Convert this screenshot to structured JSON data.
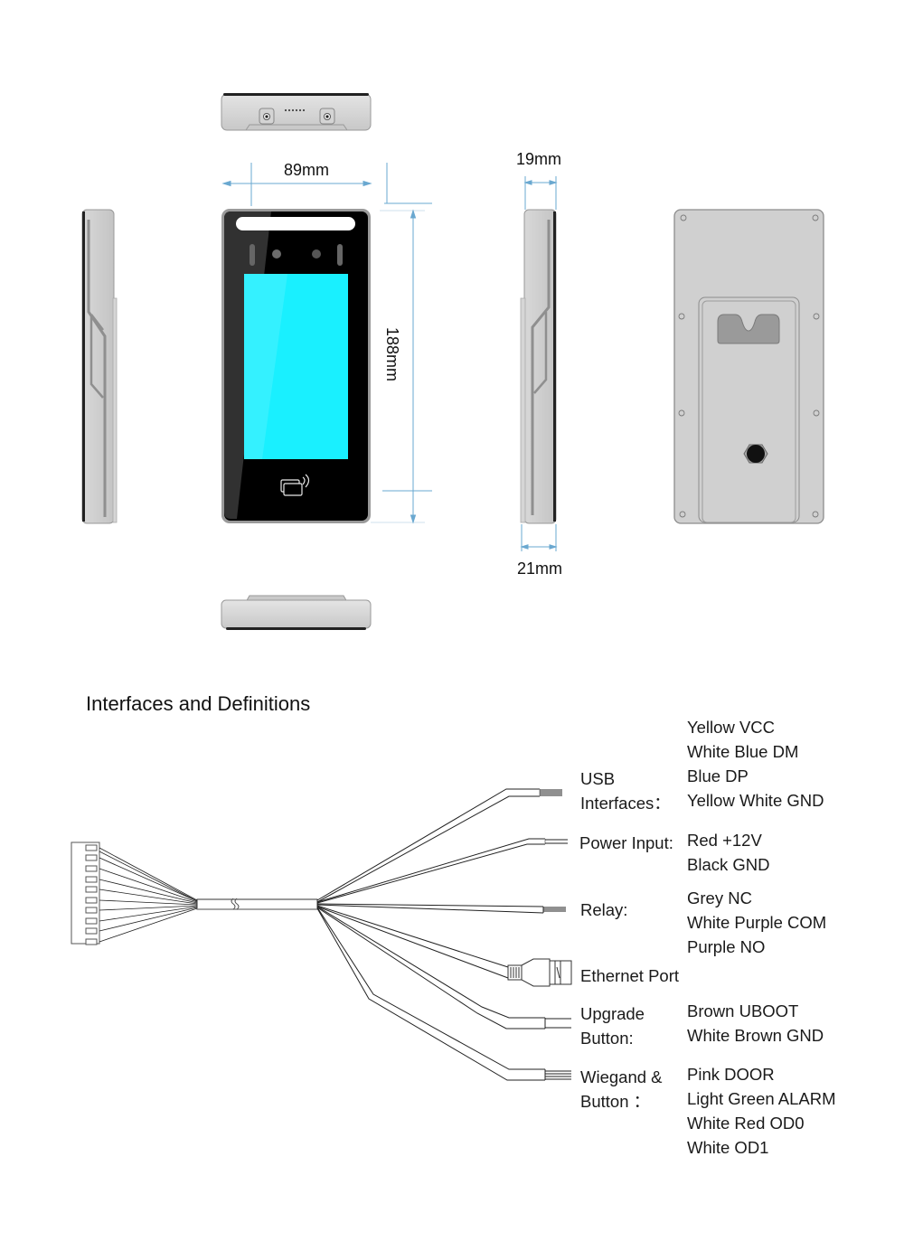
{
  "dimensions": {
    "width": "89mm",
    "height": "188mm",
    "depth_top": "19mm",
    "depth_bottom": "21mm"
  },
  "colors": {
    "screen": "#19f0ff",
    "bezel": "#000000",
    "housing": "#cfcfcf",
    "dimension_line": "#6aa8d0"
  },
  "section_title": "Interfaces and Definitions",
  "interfaces": [
    {
      "label_lines": [
        "USB",
        "Interfaces："
      ],
      "wires": [
        "Yellow VCC",
        "White Blue DM",
        "Blue DP",
        "Yellow White GND"
      ]
    },
    {
      "label_lines": [
        "Power Input:"
      ],
      "wires": [
        "Red +12V",
        "Black GND"
      ]
    },
    {
      "label_lines": [
        "Relay:"
      ],
      "wires": [
        "Grey NC",
        "White Purple COM",
        "Purple NO"
      ]
    },
    {
      "label_lines": [
        "Ethernet Port"
      ],
      "wires": []
    },
    {
      "label_lines": [
        "Upgrade",
        "Button:"
      ],
      "wires": [
        "Brown UBOOT",
        "White Brown GND"
      ]
    },
    {
      "label_lines": [
        "Wiegand &",
        "Button ："
      ],
      "wires": [
        "Pink DOOR",
        "Light Green ALARM",
        "White Red OD0",
        "White OD1"
      ]
    }
  ]
}
